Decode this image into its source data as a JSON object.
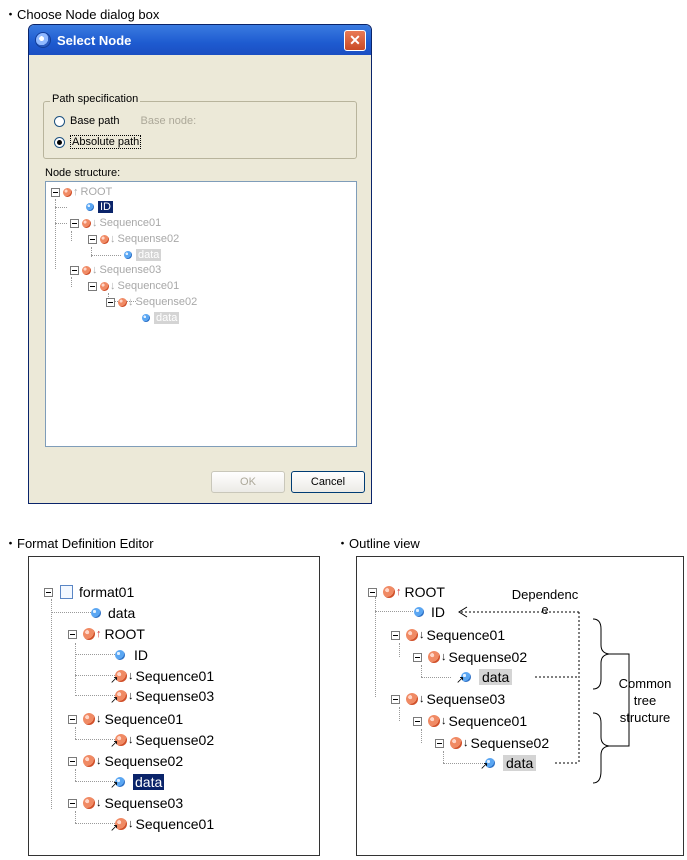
{
  "captions": {
    "choose_node": "・Choose Node dialog box",
    "format_editor": "・Format Definition Editor",
    "outline_view": "・Outline view"
  },
  "dialog": {
    "title": "Select Node",
    "close_glyph": "✕",
    "path_group": "Path specification",
    "base_path": "Base path",
    "base_node_label": "Base node:",
    "absolute_path": "Absolute path",
    "selected_path": "Absolute path",
    "node_structure_label": "Node structure:",
    "ok": "OK",
    "cancel": "Cancel",
    "tree": {
      "root": "ROOT",
      "id": "ID",
      "sequence01": "Sequence01",
      "sequense02": "Sequense02",
      "data1": "data",
      "sequense03": "Sequense03",
      "sequence01b": "Sequence01",
      "sequense02b": "Sequense02",
      "data2": "data"
    }
  },
  "format_editor": {
    "format01": "format01",
    "data": "data",
    "root": "ROOT",
    "id": "ID",
    "root_seq01": "Sequence01",
    "root_seq03": "Sequense03",
    "sequence01": "Sequence01",
    "seq01_child": "Sequense02",
    "sequense02": "Sequense02",
    "seq02_child": "data",
    "sequense03": "Sequense03",
    "seq03_child": "Sequence01"
  },
  "outline": {
    "root": "ROOT",
    "id": "ID",
    "sequence01": "Sequence01",
    "sequense02": "Sequense02",
    "data1": "data",
    "sequense03": "Sequense03",
    "sequence01b": "Sequence01",
    "sequense02b": "Sequense02",
    "data2": "data",
    "dependence_line1": "Dependenc",
    "dependence_line2": "e",
    "common_line1": "Common",
    "common_line2": "tree",
    "common_line3": "structure"
  },
  "icons": {
    "element": "element-node-icon",
    "data": "data-node-icon",
    "format": "format-definition-icon",
    "reference": "reference-arrow-icon"
  },
  "colors": {
    "titlebar": "#1e5bd0",
    "selection_blue": "#0a246a",
    "selection_gray": "#d4d4d4",
    "element_icon": "#f08a64",
    "data_icon": "#5aa6f2"
  }
}
